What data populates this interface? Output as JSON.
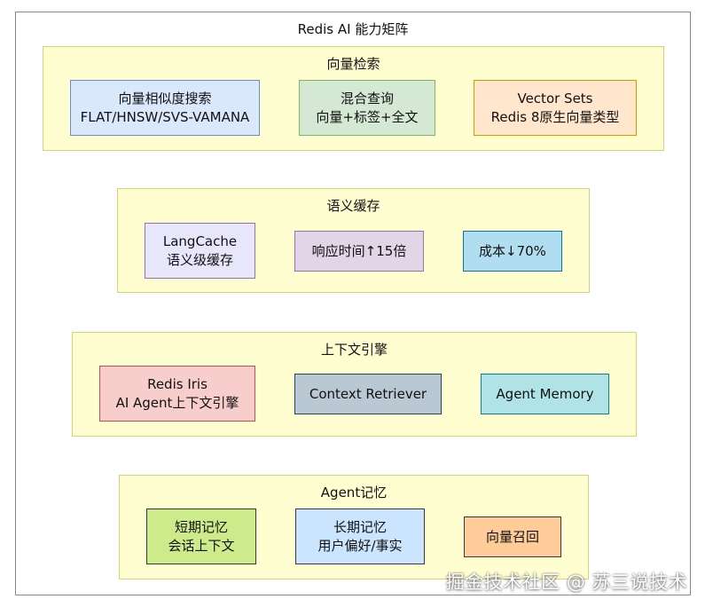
{
  "title": "Redis AI 能力矩阵",
  "groups": [
    {
      "title": "向量检索",
      "nodes": [
        {
          "lines": [
            "向量相似度搜索",
            "FLAT/HNSW/SVS-VAMANA"
          ],
          "fill": "#dae8fc",
          "stroke": "#6c8ebf"
        },
        {
          "lines": [
            "混合查询",
            "向量+标签+全文"
          ],
          "fill": "#d5e8d4",
          "stroke": "#82b366"
        },
        {
          "lines": [
            "Vector Sets",
            "Redis 8原生向量类型"
          ],
          "fill": "#ffe6cc",
          "stroke": "#d79b00"
        }
      ]
    },
    {
      "title": "语义缓存",
      "nodes": [
        {
          "lines": [
            "LangCache",
            "语义级缓存"
          ],
          "fill": "#e8e6fb",
          "stroke": "#9673a6"
        },
        {
          "lines": [
            "响应时间↑15倍"
          ],
          "fill": "#e1d5e7",
          "stroke": "#9673a6"
        },
        {
          "lines": [
            "成本↓70%"
          ],
          "fill": "#b1ddf0",
          "stroke": "#10739e"
        }
      ]
    },
    {
      "title": "上下文引擎",
      "nodes": [
        {
          "lines": [
            "Redis Iris",
            "AI Agent上下文引擎"
          ],
          "fill": "#f8cecc",
          "stroke": "#b85450"
        },
        {
          "lines": [
            "Context Retriever"
          ],
          "fill": "#bac8d3",
          "stroke": "#23445d"
        },
        {
          "lines": [
            "Agent Memory"
          ],
          "fill": "#b0e3e6",
          "stroke": "#0e8088"
        }
      ]
    },
    {
      "title": "Agent记忆",
      "nodes": [
        {
          "lines": [
            "短期记忆",
            "会话上下文"
          ],
          "fill": "#cdeb8b",
          "stroke": "#36393d"
        },
        {
          "lines": [
            "长期记忆",
            "用户偏好/事实"
          ],
          "fill": "#cce5ff",
          "stroke": "#36393d"
        },
        {
          "lines": [
            "向量召回"
          ],
          "fill": "#ffcc99",
          "stroke": "#36393d"
        }
      ]
    }
  ],
  "watermark": "掘金技术社区 @ 苏三说技术"
}
